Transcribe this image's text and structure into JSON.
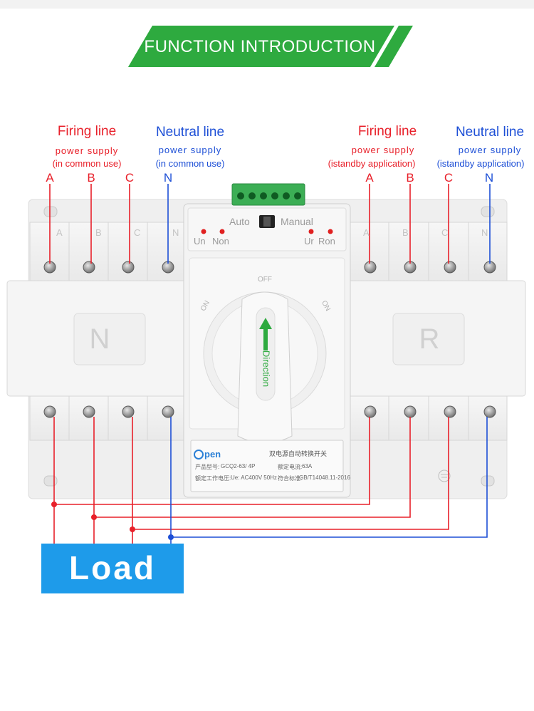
{
  "banner": {
    "title": "FUNCTION INTRODUCTION",
    "color": "#2eaa3f"
  },
  "left_source": {
    "firing": {
      "title": "Firing line",
      "subtitle": "power supply",
      "note": "(in common use)"
    },
    "neutral": {
      "title": "Neutral line",
      "subtitle": "power supply",
      "note": "(in common use)"
    },
    "phases": [
      "A",
      "B",
      "C",
      "N"
    ]
  },
  "right_source": {
    "firing": {
      "title": "Firing line",
      "subtitle": "power supply",
      "note": "(istandby application)"
    },
    "neutral": {
      "title": "Neutral line",
      "subtitle": "power supply",
      "note": "(istandby application)"
    },
    "phases": [
      "A",
      "B",
      "C",
      "N"
    ]
  },
  "device": {
    "top_terminal_labels_left": [
      "A",
      "B",
      "C",
      "N"
    ],
    "top_terminal_labels_right": [
      "A",
      "B",
      "C",
      "N"
    ],
    "mode_auto": "Auto",
    "mode_manual": "Manual",
    "led_un": "Un",
    "led_non": "Non",
    "led_ur": "Ur",
    "led_ron": "Ron",
    "dial_on_left": "ON",
    "dial_off": "OFF",
    "dial_on_right": "ON",
    "handle_label": "Direction",
    "left_panel_letter": "N",
    "right_panel_letter": "R",
    "plate_brand": "pen",
    "plate_title": "双电源自动转换开关",
    "plate_model_label": "产品型号:",
    "plate_model_value": "GCQ2-63/ 4P",
    "plate_current_label": "额定电流:",
    "plate_current_value": "63A",
    "plate_voltage_label": "额定工作电压:",
    "plate_voltage_value": "Ue: AC400V 50Hz",
    "plate_standard_label": "符合标准:",
    "plate_standard_value": "GB/T14048.11-2016"
  },
  "load": {
    "label": "Load",
    "color": "#1e9bea"
  },
  "colors": {
    "red": "#e8202a",
    "blue": "#1d4fd6",
    "green": "#2eaa3f"
  }
}
